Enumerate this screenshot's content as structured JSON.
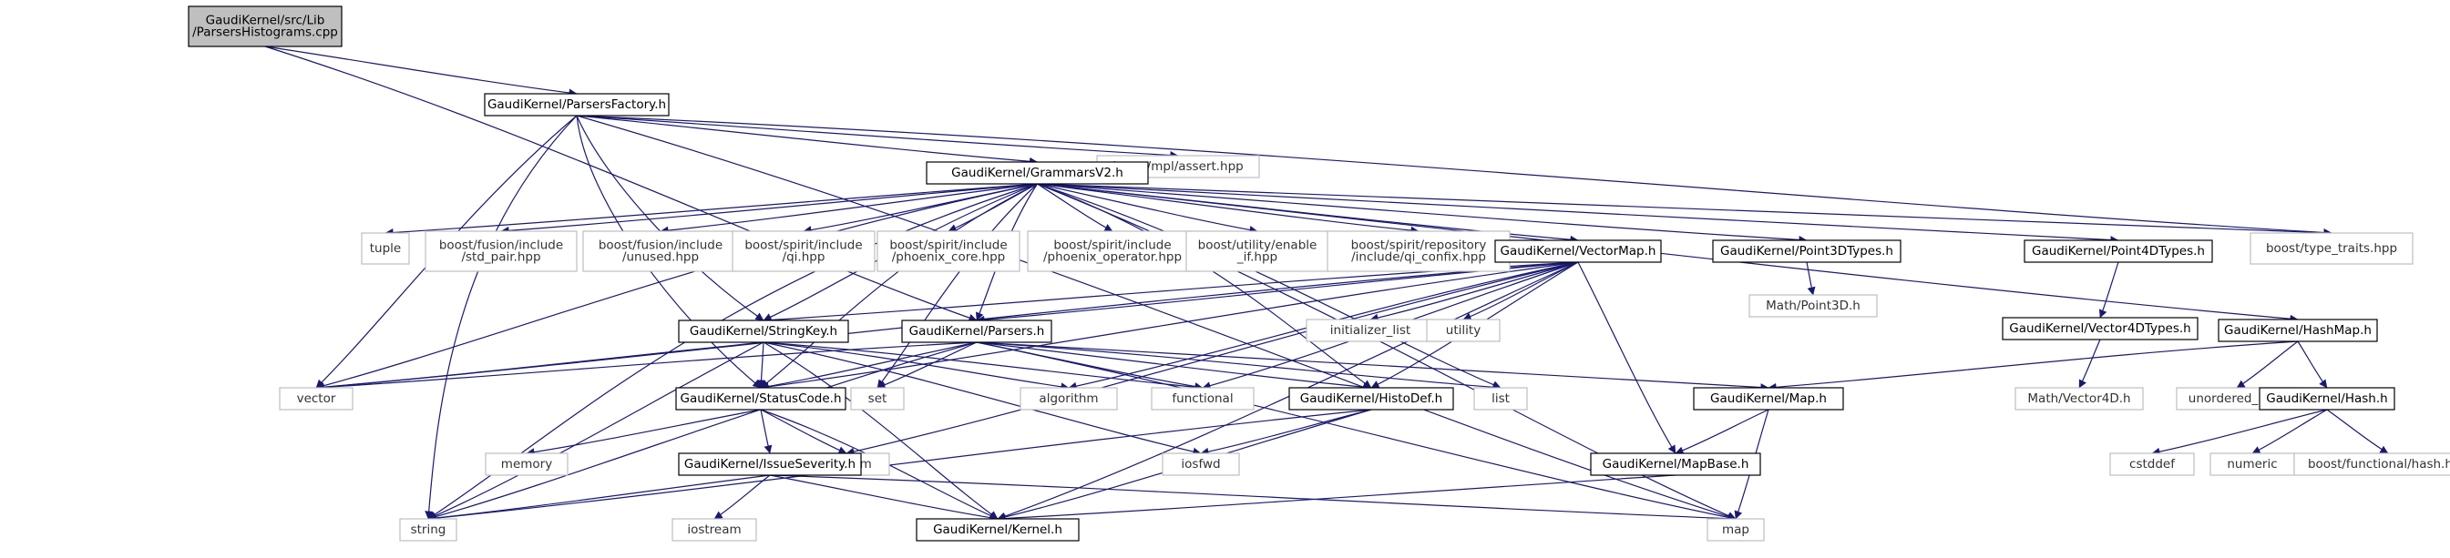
{
  "colors": {
    "edge": "#191970",
    "root_fill": "#bfbfbf",
    "node_border": "#000000",
    "ext_border": "#bfbfbf",
    "node_fill": "#ffffff"
  },
  "nodes": {
    "root": [
      "GaudiKernel/src/Lib",
      "/ParsersHistograms.cpp"
    ],
    "pf": [
      "GaudiKernel/ParsersFactory.h"
    ],
    "mpl": [
      "boost/mpl/assert.hpp"
    ],
    "gv2": [
      "GaudiKernel/GrammarsV2.h"
    ],
    "tuple": [
      "tuple"
    ],
    "fpair": [
      "boost/fusion/include",
      "/std_pair.hpp"
    ],
    "funused": [
      "boost/fusion/include",
      "/unused.hpp"
    ],
    "sqi": [
      "boost/spirit/include",
      "/qi.hpp"
    ],
    "spcore": [
      "boost/spirit/include",
      "/phoenix_core.hpp"
    ],
    "spop": [
      "boost/spirit/include",
      "/phoenix_operator.hpp"
    ],
    "enable": [
      "boost/utility/enable",
      "_if.hpp"
    ],
    "repo": [
      "boost/spirit/repository",
      "/include/qi_confix.hpp"
    ],
    "vmap": [
      "GaudiKernel/VectorMap.h"
    ],
    "p3d": [
      "GaudiKernel/Point3DTypes.h"
    ],
    "m3d": [
      "Math/Point3D.h"
    ],
    "p4d": [
      "GaudiKernel/Point4DTypes.h"
    ],
    "typetraits": [
      "boost/type_traits.hpp"
    ],
    "v4d": [
      "GaudiKernel/Vector4DTypes.h"
    ],
    "m4d": [
      "Math/Vector4D.h"
    ],
    "hashmap": [
      "GaudiKernel/HashMap.h"
    ],
    "umap": [
      "unordered_map"
    ],
    "hash": [
      "GaudiKernel/Hash.h"
    ],
    "cstddef": [
      "cstddef"
    ],
    "numeric": [
      "numeric"
    ],
    "bfhash": [
      "boost/functional/hash.hpp"
    ],
    "skey": [
      "GaudiKernel/StringKey.h"
    ],
    "parsers": [
      "GaudiKernel/Parsers.h"
    ],
    "initl": [
      "initializer_list"
    ],
    "utility": [
      "utility"
    ],
    "vector": [
      "vector"
    ],
    "set": [
      "set"
    ],
    "algorithm": [
      "algorithm"
    ],
    "functional": [
      "functional"
    ],
    "histodef": [
      "GaudiKernel/HistoDef.h"
    ],
    "list": [
      "list"
    ],
    "gmap": [
      "GaudiKernel/Map.h"
    ],
    "status": [
      "GaudiKernel/StatusCode.h"
    ],
    "memory": [
      "memory"
    ],
    "ostream": [
      "ostream"
    ],
    "iosfwd": [
      "iosfwd"
    ],
    "mapbase": [
      "GaudiKernel/MapBase.h"
    ],
    "issue": [
      "GaudiKernel/IssueSeverity.h"
    ],
    "string": [
      "string"
    ],
    "iostream": [
      "iostream"
    ],
    "kernel": [
      "GaudiKernel/Kernel.h"
    ],
    "map": [
      "map"
    ]
  }
}
